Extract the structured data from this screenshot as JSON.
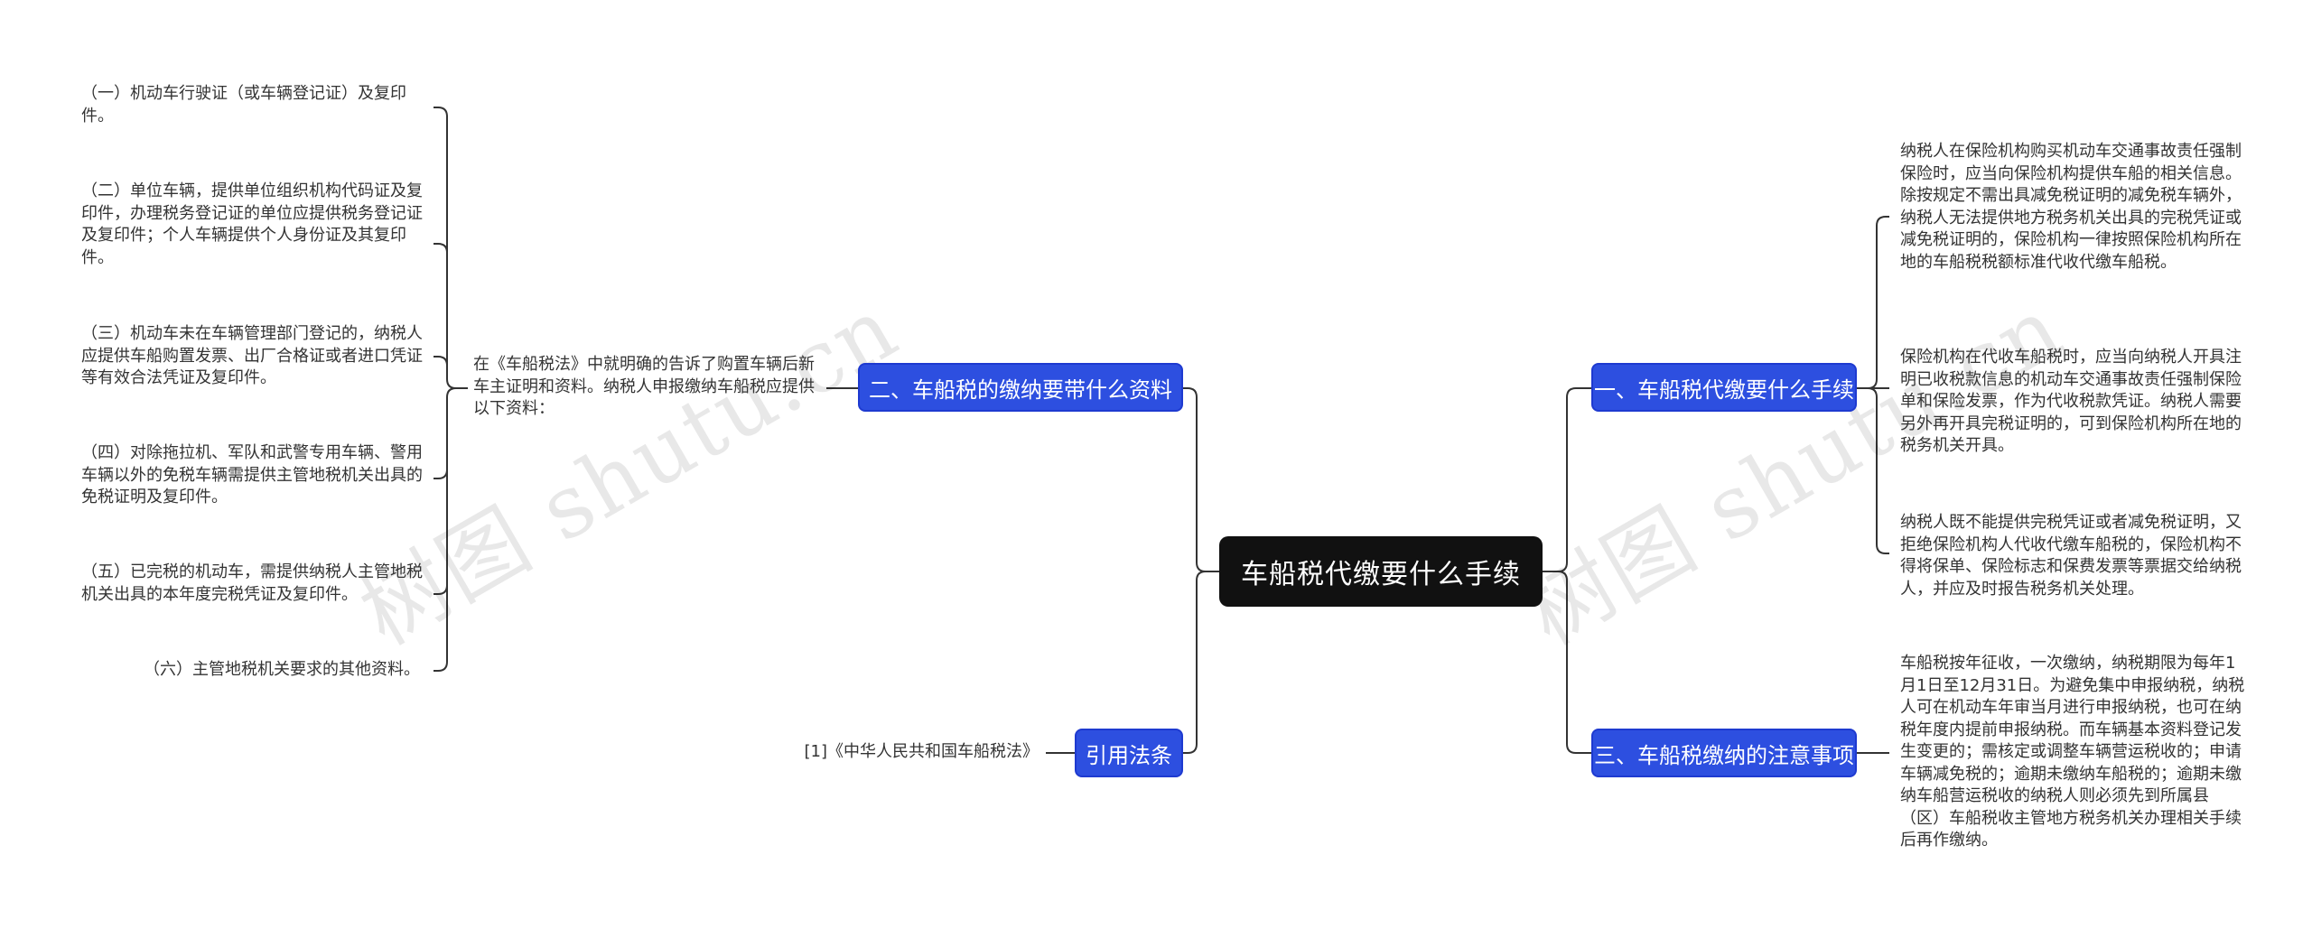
{
  "central": "车船税代缴要什么手续",
  "branches": {
    "b1": "一、车船税代缴要什么手续",
    "b2": "二、车船税的缴纳要带什么资料",
    "b3": "三、车船税缴纳的注意事项",
    "b4": "引用法条"
  },
  "leaves": {
    "b1_1": "纳税人在保险机构购买机动车交通事故责任强制保险时，应当向保险机构提供车船的相关信息。除按规定不需出具减免税证明的减免税车辆外，纳税人无法提供地方税务机关出具的完税凭证或减免税证明的，保险机构一律按照保险机构所在地的车船税税额标准代收代缴车船税。",
    "b1_2": "保险机构在代收车船税时，应当向纳税人开具注明已收税款信息的机动车交通事故责任强制保险单和保险发票，作为代收税款凭证。纳税人需要另外再开具完税证明的，可到保险机构所在地的税务机关开具。",
    "b1_3": "纳税人既不能提供完税凭证或者减免税证明，又拒绝保险机构人代收代缴车船税的，保险机构不得将保单、保险标志和保费发票等票据交给纳税人，并应及时报告税务机关处理。",
    "b3_1": "车船税按年征收，一次缴纳，纳税期限为每年1月1日至12月31日。为避免集中申报纳税，纳税人可在机动车年审当月进行申报纳税，也可在纳税年度内提前申报纳税。而车辆基本资料登记发生变更的；需核定或调整车辆营运税收的；申请车辆减免税的；逾期未缴纳车船税的；逾期未缴纳车船营运税收的纳税人则必须先到所属县（区）车船税收主管地方税务机关办理相关手续后再作缴纳。",
    "b2_mid": "在《车船税法》中就明确的告诉了购置车辆后新车主证明和资料。纳税人申报缴纳车船税应提供以下资料：",
    "b2_1": "（一）机动车行驶证（或车辆登记证）及复印件。",
    "b2_2": "（二）单位车辆，提供单位组织机构代码证及复印件，办理税务登记证的单位应提供税务登记证及复印件；个人车辆提供个人身份证及其复印件。",
    "b2_3": "（三）机动车未在车辆管理部门登记的，纳税人应提供车船购置发票、出厂合格证或者进口凭证等有效合法凭证及复印件。",
    "b2_4": "（四）对除拖拉机、军队和武警专用车辆、警用车辆以外的免税车辆需提供主管地税机关出具的免税证明及复印件。",
    "b2_5": "（五）已完税的机动车，需提供纳税人主管地税机关出具的本年度完税凭证及复印件。",
    "b2_6": "（六）主管地税机关要求的其他资料。",
    "b4_1": "[1]《中华人民共和国车船税法》"
  },
  "watermarks": [
    "树图 shutu.cn",
    "树图 shutu.cn"
  ],
  "colors": {
    "branch": "#2d4fe0",
    "central": "#111111",
    "line": "#333333"
  }
}
